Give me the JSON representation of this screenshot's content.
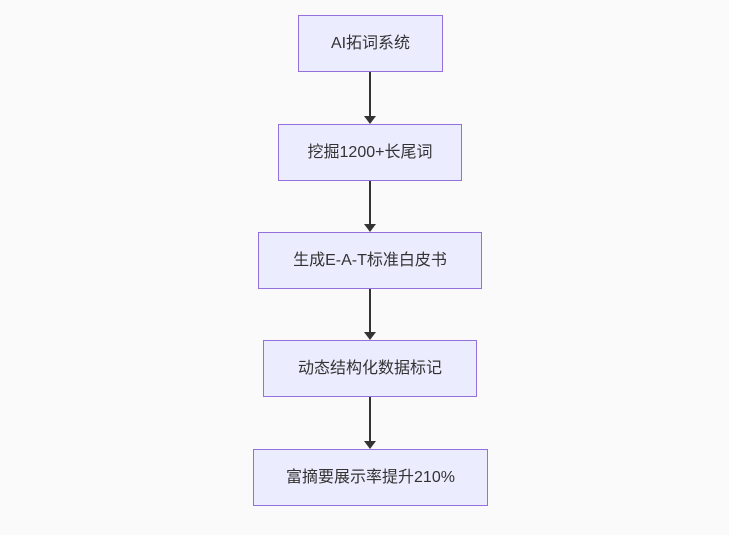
{
  "diagram": {
    "type": "flowchart",
    "direction": "top-down",
    "background_color": "#fafafa",
    "node_fill_color": "#ececff",
    "node_border_color": "#9370db",
    "node_text_color": "#333333",
    "arrow_color": "#333333",
    "nodes": [
      {
        "id": "step-1",
        "label": "AI拓词系统"
      },
      {
        "id": "step-2",
        "label": "挖掘1200+长尾词"
      },
      {
        "id": "step-3",
        "label": "生成E-A-T标准白皮书"
      },
      {
        "id": "step-4",
        "label": "动态结构化数据标记"
      },
      {
        "id": "step-5",
        "label": "富摘要展示率提升210%"
      }
    ],
    "edges": [
      {
        "from": "step-1",
        "to": "step-2"
      },
      {
        "from": "step-2",
        "to": "step-3"
      },
      {
        "from": "step-3",
        "to": "step-4"
      },
      {
        "from": "step-4",
        "to": "step-5"
      }
    ]
  }
}
